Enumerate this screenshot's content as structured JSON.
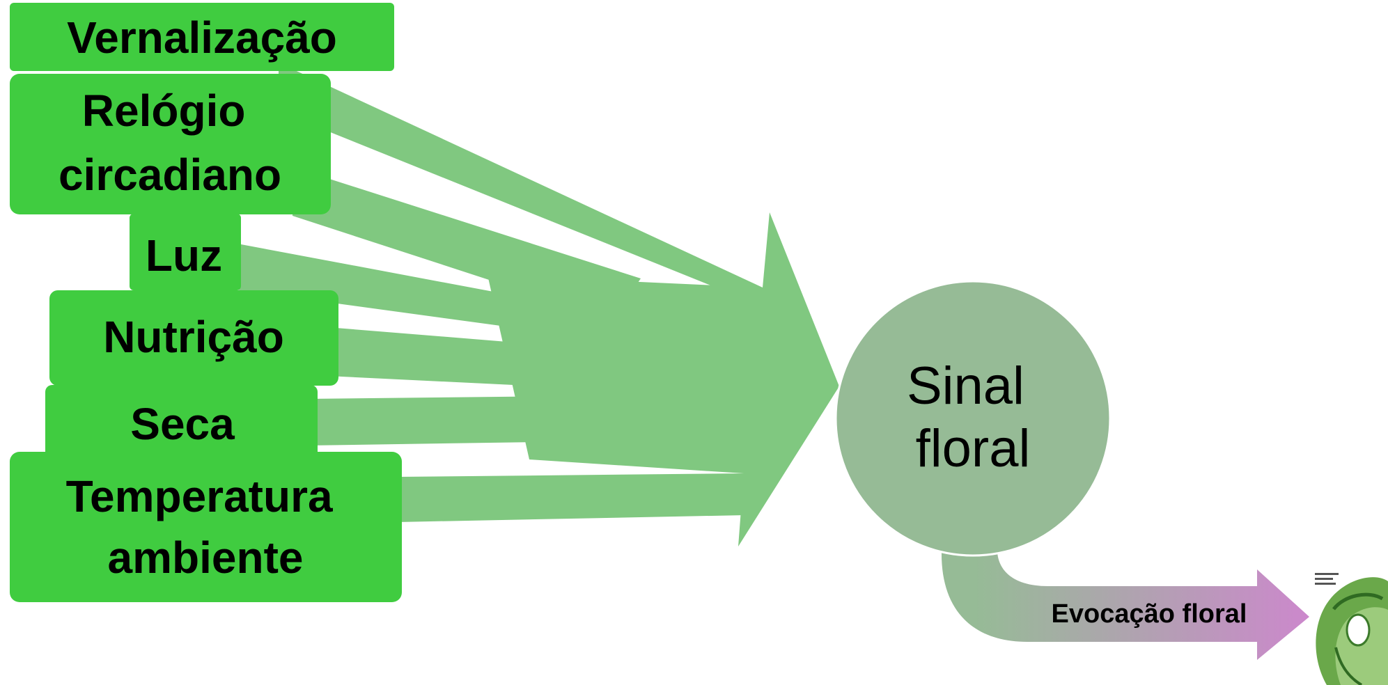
{
  "factors": {
    "vernalizacao": [
      "Vernalização"
    ],
    "relogio": [
      "Relógio",
      "circadiano"
    ],
    "luz": [
      "Luz"
    ],
    "nutricao": [
      "Nutrição"
    ],
    "seca": [
      "Seca"
    ],
    "temperatura": [
      "Temperatura",
      "ambiente"
    ]
  },
  "signal": {
    "lines": [
      "Sinal",
      "floral"
    ]
  },
  "evocation": {
    "label": "Evocação floral"
  },
  "colors": {
    "factor_box": "#40cc40",
    "arrow_green": "#80c880",
    "circle": "#96bb96",
    "evocation_end": "#cc88cc"
  },
  "icons": {
    "thumbnail": "floral-meristem-micrograph-icon"
  }
}
